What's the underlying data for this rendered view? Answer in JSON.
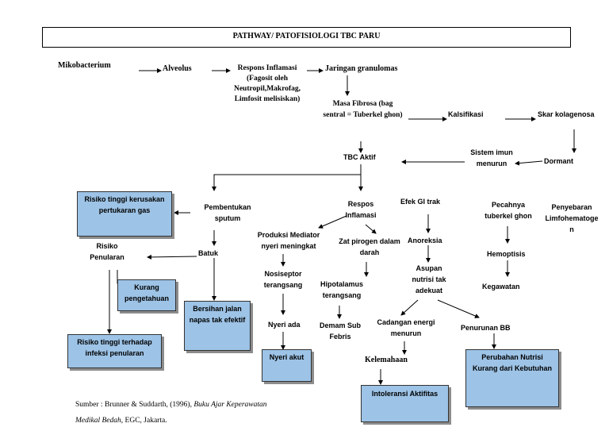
{
  "title": "PATHWAY/ PATOFISIOLOGI TBC PARU",
  "nodes": {
    "mikobacterium": "Mikobacterium",
    "alveolus": "Alveolus",
    "respons_inflamasi": [
      "Respons Inflamasi",
      "(Fagosit oleh",
      "Neutropil,Makrofag,",
      "Limfosit melisiskan)"
    ],
    "jaringan": "Jaringan granulomas",
    "masa_fibrosa": [
      "Masa Fibrosa (bag",
      "sentral = Tuberkel ghon)"
    ],
    "kalsifikasi": "Kalsifikasi",
    "skar": "Skar kolagenosa",
    "dormant": "Dormant",
    "sistem_imun": [
      "Sistem imun",
      "menurun"
    ],
    "tbc_aktif": "TBC Aktif",
    "pembentukan": [
      "Pembentukan",
      "sputum"
    ],
    "respos": [
      "Respos",
      "Inflamasi"
    ],
    "efek_gi": "Efek GI trak",
    "pecahnya": [
      "Pecahnya",
      "tuberkel ghon"
    ],
    "penyebaran": [
      "Penyebaran",
      "Limfohematoge",
      "n"
    ],
    "batuk": "Batuk",
    "risiko_penularan": [
      "Risiko",
      "Penularan"
    ],
    "produksi": [
      "Produksi Mediator",
      "nyeri meningkat"
    ],
    "zat_pirogen": [
      "Zat pirogen dalam",
      "darah"
    ],
    "anoreksia": "Anoreksia",
    "hemoptisis": "Hemoptisis",
    "nosiseptor": [
      "Nosiseptor",
      "terangsang"
    ],
    "hipotalamus": [
      "Hipotalamus",
      "terangsang"
    ],
    "asupan": [
      "Asupan",
      "nutrisi tak",
      "adekuat"
    ],
    "kegawatan": "Kegawatan",
    "nyeri_ada": "Nyeri ada",
    "demam": [
      "Demam Sub",
      "Febris"
    ],
    "cadangan": [
      "Cadangan energi",
      "menurun"
    ],
    "penurunan_bb": "Penurunan BB",
    "kelemahaan": "Kelemahaan"
  },
  "diagnoses": {
    "risiko_gas": [
      "Risiko tinggi kerusakan",
      "pertukaran gas"
    ],
    "kurang_pengetahuan": [
      "Kurang",
      "pengetahuan"
    ],
    "bersihan": [
      "Bersihan jalan",
      "napas tak efektif"
    ],
    "risiko_infeksi": [
      "Risiko tinggi terhadap",
      "infeksi penularan"
    ],
    "nyeri_akut": "Nyeri akut",
    "intoleransi": "Intoleransi Aktifitas",
    "perubahan_nutrisi": [
      "Perubahan Nutrisi",
      "Kurang dari Kebutuhan"
    ]
  },
  "source": {
    "prefix": "Sumber : Brunner & Suddarth, (1996), ",
    "book": "Buku Ajar Keperawatan",
    "book2": "Medikal Bedah",
    "suffix": ", EGC, Jakarta."
  },
  "colors": {
    "box_fill": "#9dc3e6",
    "shadow": "#8c8c8c"
  }
}
